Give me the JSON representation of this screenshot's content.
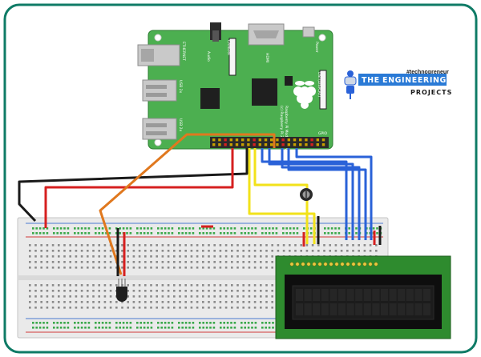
{
  "board": {
    "silk_lines": [
      "Raspberry Pi Model B+ V1.2",
      "(c) Raspberry Pi 2014"
    ],
    "labels": {
      "ethernet": "ETHERNET",
      "usb_top": "USB 2x",
      "usb_bottom": "USB 2x",
      "audio": "Audio",
      "camera": "CAMERA",
      "hdmi": "HDMI",
      "power": "Power",
      "display": "DSI (DISPLAY)",
      "gpio": "GPIO"
    }
  },
  "brand": {
    "tag": "#technopreneur",
    "word1": "THE",
    "word2": "ENGINEERING",
    "word3": "PROJECTS"
  },
  "colors": {
    "frame": "#0f7b66",
    "pcb": "#4caf50",
    "breadboard": "#eaeaea",
    "lcd_pcb": "#2e8b2e",
    "lcd_screen": "#1c1c1c",
    "wire_red": "#d62020",
    "wire_black": "#1a1a1a",
    "wire_orange": "#e0781e",
    "wire_yellow": "#f2e21a",
    "wire_blue": "#2a62d8"
  }
}
